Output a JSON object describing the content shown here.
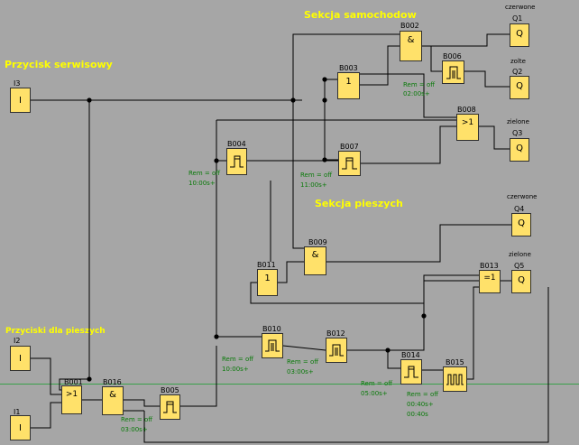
{
  "sections": {
    "cars": "Sekcja samochodow",
    "service": "Przycisk serwisowy",
    "pedestrians": "Sekcja pieszych",
    "ped_buttons": "Przyciski dla pieszych"
  },
  "inputs": [
    {
      "id": "i3",
      "name": "I3",
      "symbol": "I"
    },
    {
      "id": "i2",
      "name": "I2",
      "symbol": "I"
    },
    {
      "id": "i1",
      "name": "I1",
      "symbol": "I"
    }
  ],
  "outputs": [
    {
      "id": "q1",
      "label": "czerwone",
      "name": "Q1",
      "symbol": "Q"
    },
    {
      "id": "q2",
      "label": "zolte",
      "name": "Q2",
      "symbol": "Q"
    },
    {
      "id": "q3",
      "label": "zielone",
      "name": "Q3",
      "symbol": "Q"
    },
    {
      "id": "q4",
      "label": "czerwone",
      "name": "Q4",
      "symbol": "Q"
    },
    {
      "id": "q5",
      "label": "zielone",
      "name": "Q5",
      "symbol": "Q"
    }
  ],
  "blocks": [
    {
      "id": "b002",
      "name": "B002",
      "symbol": "&"
    },
    {
      "id": "b003",
      "name": "B003",
      "symbol": "1"
    },
    {
      "id": "b006",
      "name": "B006",
      "symbol": "pulse"
    },
    {
      "id": "b008",
      "name": "B008",
      "symbol": ">1"
    },
    {
      "id": "b004",
      "name": "B004",
      "symbol": "ondelay"
    },
    {
      "id": "b007",
      "name": "B007",
      "symbol": "ondelay"
    },
    {
      "id": "b009",
      "name": "B009",
      "symbol": "&"
    },
    {
      "id": "b011",
      "name": "B011",
      "symbol": "1"
    },
    {
      "id": "b013",
      "name": "B013",
      "symbol": "=1"
    },
    {
      "id": "b010",
      "name": "B010",
      "symbol": "pulse"
    },
    {
      "id": "b012",
      "name": "B012",
      "symbol": "pulse"
    },
    {
      "id": "b014",
      "name": "B014",
      "symbol": "ondelay"
    },
    {
      "id": "b015",
      "name": "B015",
      "symbol": "clock"
    },
    {
      "id": "b001",
      "name": "B001",
      "symbol": ">1"
    },
    {
      "id": "b016",
      "name": "B016",
      "symbol": "&"
    },
    {
      "id": "b005",
      "name": "B005",
      "symbol": "ondelay"
    }
  ],
  "params": {
    "b006": {
      "rem": "Rem = off",
      "time": "02:00s+"
    },
    "b004": {
      "rem": "Rem = off",
      "time": "10:00s+"
    },
    "b007": {
      "rem": "Rem = off",
      "time": "11:00s+"
    },
    "b010": {
      "rem": "Rem = off",
      "time": "10:00s+"
    },
    "b012": {
      "rem": "Rem = off",
      "time": "03:00s+"
    },
    "b014": {
      "rem": "Rem = off",
      "time": "05:00s+"
    },
    "b015": {
      "rem": "Rem = off",
      "time": "00:40s+",
      "time2": "00:40s"
    },
    "b005": {
      "rem": "Rem = off",
      "time": "03:00s+"
    }
  },
  "colors": {
    "background": "#a6a6a6",
    "block": "#ffe16a",
    "section_text": "#ffff00",
    "param_text": "#0a7a0a",
    "wire": "#000000"
  }
}
